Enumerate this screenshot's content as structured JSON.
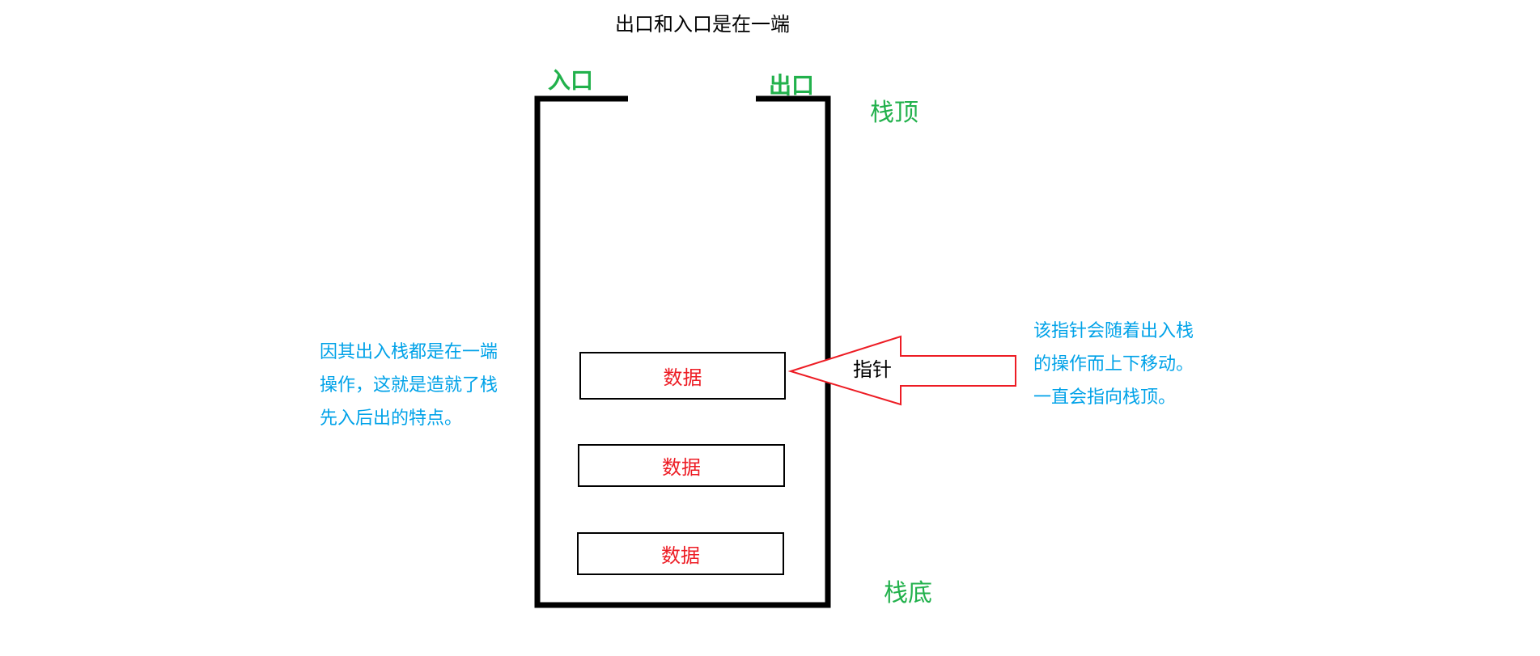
{
  "title": "出口和入口是在一端",
  "entry_label": "入口",
  "exit_label": "出口",
  "stack_top_label": "栈顶",
  "stack_bottom_label": "栈底",
  "data_boxes": [
    "数据",
    "数据",
    "数据"
  ],
  "pointer_label": "指针",
  "left_note": [
    "因其出入栈都是在一端",
    "操作，这就是造就了栈",
    "先入后出的特点。"
  ],
  "right_note": [
    "该指针会随着出入栈",
    "的操作而上下移动。",
    "一直会指向栈顶。"
  ],
  "colors": {
    "green": "#22b14c",
    "blue": "#00a2e8",
    "red": "#ed1c24",
    "black": "#000000"
  }
}
